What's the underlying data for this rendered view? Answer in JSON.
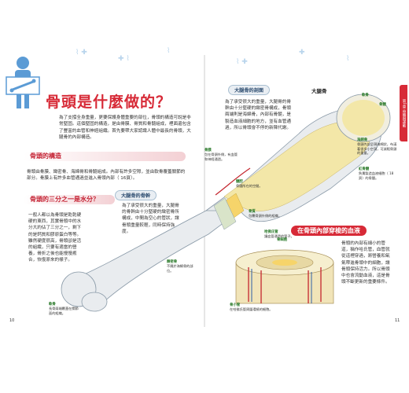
{
  "page_title": "骨頭是什麼做的？",
  "intro_text": "為了支撐全身重量，更要保護身體重要的部位，骨頭的構造可說是非常堅固。這個堅固的構造，是由骨膜、骨質和骨髓組成，裡面還包含了豐富的血管和神經組織。首先要帶大家認識人體中最長的骨頭，大腿骨的內部構造。",
  "sections": {
    "structure": {
      "heading": "骨頭的構造",
      "text": "骨頭由骨膜、緻密骨、海綿骨和骨髓組成。內部有許多空隙，並由軟骨覆蓋關節的部分。骨膜上有許多血管通過並進入骨頭內部（ 16頁）。"
    },
    "water": {
      "heading": "骨頭的三分之一是水分？",
      "text": "一般人都以為骨頭是乾乾硬硬的東西，其實骨頭中的水分大約佔了三分之一，剩下的是鈣質和膠原蛋白等等。雖然硬度很高，骨頭卻是活的組織，只要有適當的營養，骨折之後也能慢慢癒合，恢復原來的樣子。"
    },
    "shaft": {
      "badge": "大腿骨的骨幹",
      "text": "為了承受很大的重量，大腿骨的骨幹由十分堅硬的緻密骨所構成，中間為空心的管狀，讓骨頭重量較輕，同時保持強度。"
    },
    "femur": {
      "badge": "大腿骨的剖面",
      "text": "為了承受很大的重量，大腿骨的骨幹由十分堅硬的緻密骨構成，骨頭兩端則是海綿骨，內部有骨髓，是製造血液細胞的地方，並有血管通過，所以骨頭會不停的新陳代謝。"
    },
    "blood": {
      "heading": "在骨頭內部穿梭的血液",
      "text": "骨頭的內部有細小的管道，稱作哈氏管，血管就從這裡穿過，將營養和氧氣帶進骨頭中的細胞，讓骨頭保持活力。所以骨頭中也會流動血液，這是骨頭不斷更新的重要條件。"
    }
  },
  "femur_title": "大腿骨",
  "labels": {
    "cartilage_top": {
      "title": "軟骨",
      "text": ""
    },
    "spongy": {
      "title": "海綿骨",
      "text": "骨頭內部呈現海綿狀，布滿著很多小空洞，可減輕骨頭的重量。"
    },
    "marrow_right": {
      "title": "骨髓",
      "text": ""
    },
    "red_marrow": {
      "title": "紅骨髓",
      "text": "負責製造血液細胞（ 18頁）的骨髓。"
    },
    "periosteum_left": {
      "title": "骨膜",
      "text": "包在骨頭外側，有血管和神經通過。"
    },
    "marrow_cavity": {
      "title": "髓腔",
      "text": "骨髓所在的空間。"
    },
    "compact_mid": {
      "title": "骨質",
      "text": "包覆骨頭外側的組織。"
    },
    "osteon": {
      "title": "哈佛氏管",
      "text": "讓血管通過的管子。"
    },
    "compact_low": {
      "title": "緻密骨",
      "text": "不屬於海綿骨的部位。"
    },
    "cartilage_low": {
      "title": "軟骨",
      "text": "長骨兩端覆蓋在關節面的組織。"
    },
    "bone_cell": {
      "title": "骨細胞",
      "text": ""
    },
    "bone_matrix": {
      "title": "骨小管",
      "text": "在哈佛氏管周圍環繞的細胞。"
    }
  },
  "page_numbers": {
    "left": "10",
    "right": "11"
  },
  "side_tab": "第1章 骨骼與運動",
  "colors": {
    "accent": "#d72a37",
    "heading_bg": "#f3d0d4",
    "bone": "#e9ecef",
    "spongy": "#f3e7a8",
    "marrow": "#f6d46a"
  }
}
